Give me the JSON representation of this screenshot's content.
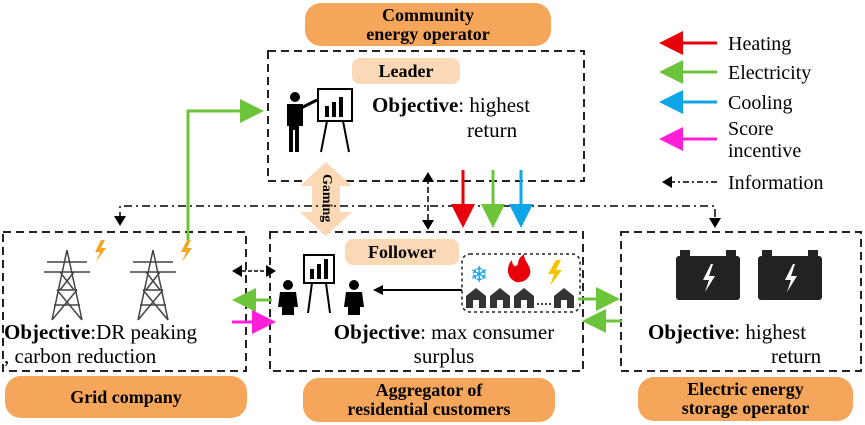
{
  "colors": {
    "orange": "#F5A65B",
    "light_orange": "#FBD8B6",
    "heating": "#E8000B",
    "electricity": "#6CC43A",
    "cooling": "#0EA5E9",
    "score": "#FF1FD6",
    "info": "#000000"
  },
  "operator": {
    "title_line1": "Community",
    "title_line2": "energy operator"
  },
  "leader": {
    "label": "Leader",
    "obj_bold": "Objective",
    "obj_rest": ": highest",
    "obj_line2": "return"
  },
  "gaming": {
    "label": "Gaming"
  },
  "follower": {
    "label": "Follower",
    "obj_bold": "Objective",
    "obj_rest": ": max consumer",
    "obj_line2": "surplus"
  },
  "grid": {
    "obj_bold": "Objective",
    "obj_rest": ":DR peaking",
    "obj_line2": ", carbon reduction",
    "title": "Grid company"
  },
  "aggregator": {
    "title_line1": "Aggregator of",
    "title_line2": "residential customers"
  },
  "storage": {
    "obj_bold": "Objective",
    "obj_rest": ": highest",
    "obj_line2": "return",
    "title_line1": "Electric energy",
    "title_line2": "storage operator"
  },
  "legend": {
    "heating": "Heating",
    "electricity": "Electricity",
    "cooling": "Cooling",
    "score_line1": "Score",
    "score_line2": "incentive",
    "information": "Information"
  },
  "icons": [
    "presenter-icon",
    "transmission-tower-icon",
    "lightning-icon",
    "battery-icon",
    "snowflake-icon",
    "flame-icon",
    "house-icon",
    "meeting-icon"
  ]
}
